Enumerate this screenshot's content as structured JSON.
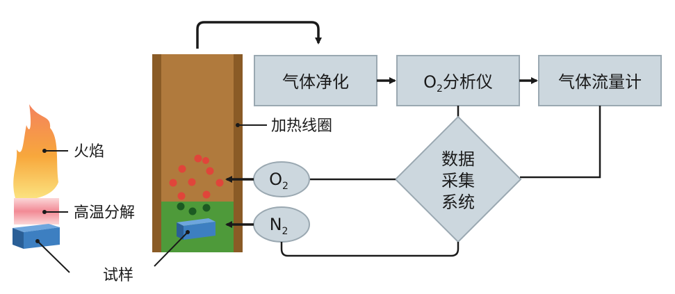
{
  "components": {
    "gas_purify": "气体净化",
    "o2_analyzer_main": "O",
    "o2_analyzer_sub": "2",
    "o2_analyzer_suffix": "分析仪",
    "flow_meter": "气体流量计",
    "daq_line1": "数据",
    "daq_line2": "采集",
    "daq_line3": "系统",
    "o2_inlet_main": "O",
    "o2_inlet_sub": "2",
    "n2_inlet_main": "N",
    "n2_inlet_sub": "2"
  },
  "labels": {
    "heating_coil": "加热线圈",
    "flame": "火焰",
    "pyrolysis": "高温分解",
    "sample": "试样"
  },
  "colors": {
    "box_fill": "#ccd7de",
    "box_stroke": "#9aa8b1",
    "furnace_wall": "#8a5b26",
    "furnace_inner": "#b07a3d",
    "furnace_green": "#4e9a3a",
    "sample_blue": "#3d7fc1",
    "o2_dots": "#e0453a",
    "green_dots": "#1c5a22",
    "flame_orange": "#f59a2a",
    "flame_pink": "#f3a5ac",
    "line": "#1a1a1a"
  }
}
